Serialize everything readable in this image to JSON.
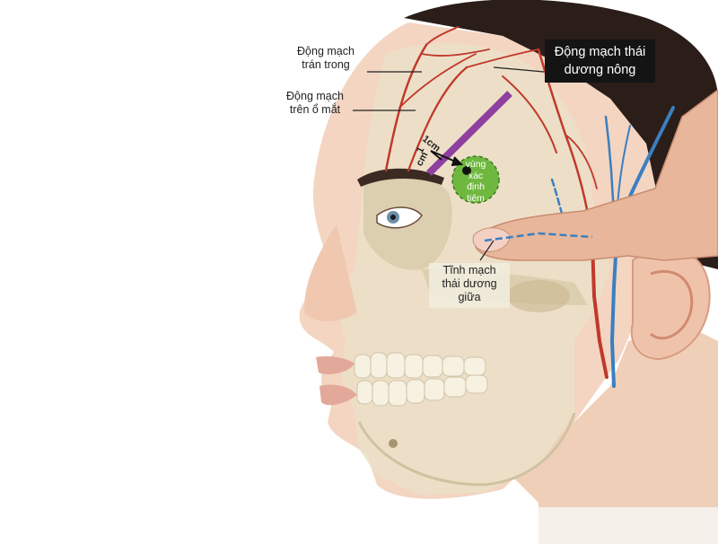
{
  "labels": {
    "frontal_artery": [
      "Động mạch",
      "trán trong"
    ],
    "supraorbital_artery": [
      "Động mạch",
      "trên ổ mắt"
    ],
    "temporal_artery": [
      "Động mạch thái",
      "dương nông"
    ],
    "injection_zone": [
      "vùng",
      "xác",
      "định",
      "tiêm"
    ],
    "middle_temporal_vein": [
      "Tĩnh mạch",
      "thái dương",
      "giữa"
    ],
    "measure_1cm_diag": "1cm",
    "measure_1cm_vert_1": "1",
    "measure_1cm_vert_2": "cm"
  },
  "colors": {
    "artery": "#c0392b",
    "vein": "#3a7fc1",
    "injection_zone": "#6fb83f",
    "guide_line": "#8e3fa0",
    "skin": "#f1d2bd",
    "bone": "#ece3cc",
    "hair": "#2b1d18"
  }
}
